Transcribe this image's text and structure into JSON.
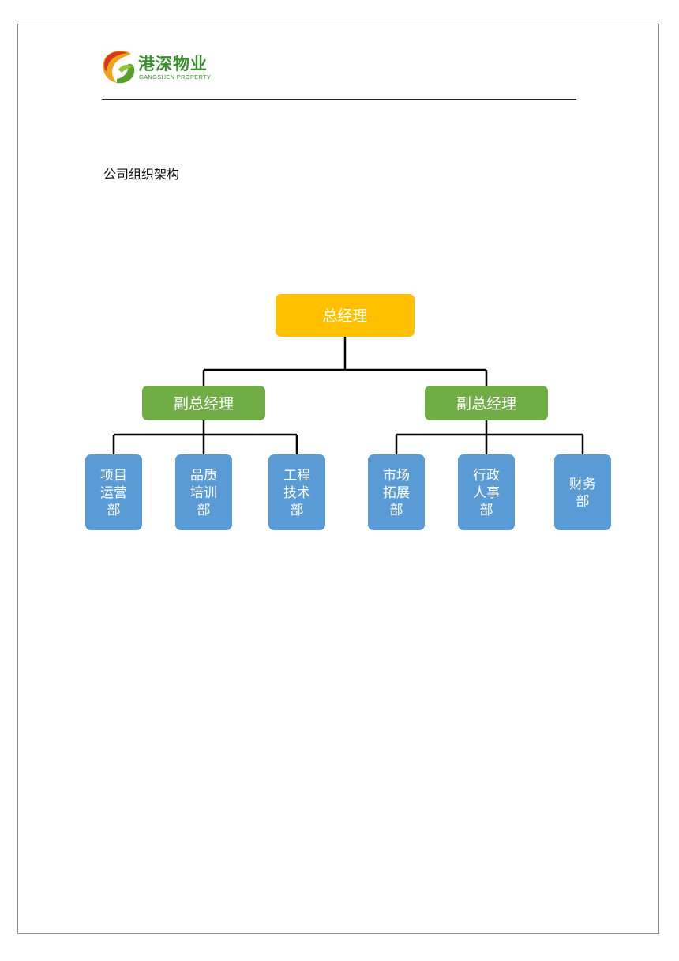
{
  "header": {
    "logo_name": "港深物业",
    "logo_subtitle": "GANGSHEN PROPERTY",
    "logo_icon": "gangshen-logo-mark"
  },
  "document": {
    "section_title": "公司组织架构"
  },
  "org_chart": {
    "root": {
      "label": "总经理",
      "color": "#FFC000"
    },
    "deputies": [
      {
        "label": "副总经理",
        "color": "#70AD47",
        "departments": [
          {
            "lines": [
              "项目",
              "运营",
              "部"
            ]
          },
          {
            "lines": [
              "品质",
              "培训",
              "部"
            ]
          },
          {
            "lines": [
              "工程",
              "技术",
              "部"
            ]
          }
        ]
      },
      {
        "label": "副总经理",
        "color": "#70AD47",
        "departments": [
          {
            "lines": [
              "市场",
              "拓展",
              "部"
            ]
          },
          {
            "lines": [
              "行政",
              "人事",
              "部"
            ]
          },
          {
            "lines": [
              "财务",
              "部"
            ]
          }
        ]
      }
    ],
    "department_color": "#5B9BD5",
    "connector_color": "#000000"
  }
}
